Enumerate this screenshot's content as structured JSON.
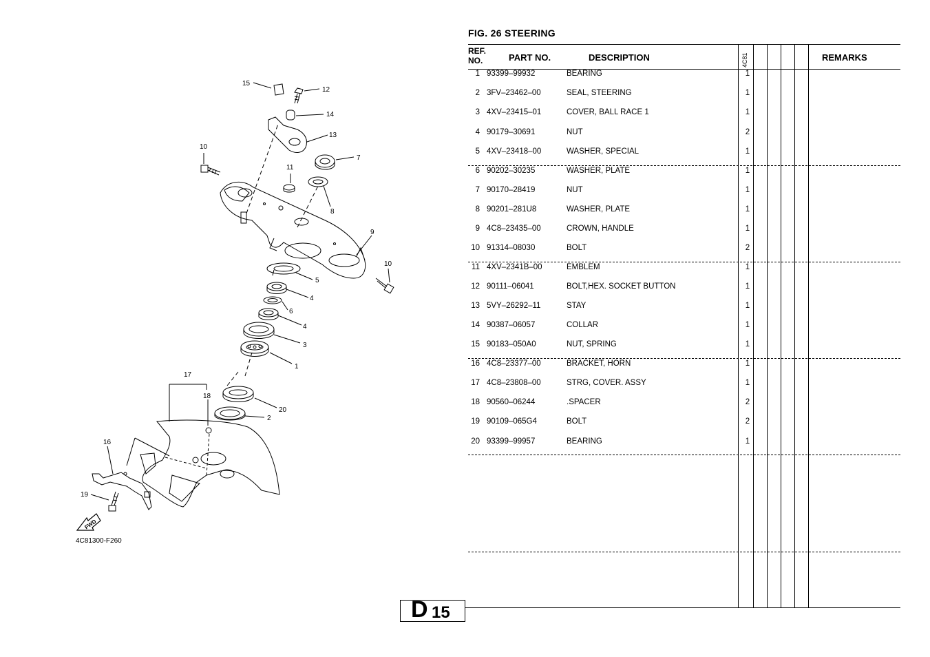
{
  "figure": {
    "title": "FIG.  26   STEERING"
  },
  "headers": {
    "ref_line1": "REF.",
    "ref_line2": "NO.",
    "part_no": "PART NO.",
    "description": "DESCRIPTION",
    "model": "4C81",
    "remarks": "REMARKS"
  },
  "rows": [
    {
      "ref": "1",
      "part": "93399–99932",
      "desc": "BEARING",
      "qty": "1"
    },
    {
      "ref": "2",
      "part": "3FV–23462–00",
      "desc": "SEAL, STEERING",
      "qty": "1"
    },
    {
      "ref": "3",
      "part": "4XV–23415–01",
      "desc": "COVER, BALL RACE 1",
      "qty": "1"
    },
    {
      "ref": "4",
      "part": "90179–30691",
      "desc": "NUT",
      "qty": "2"
    },
    {
      "ref": "5",
      "part": "4XV–23418–00",
      "desc": "WASHER, SPECIAL",
      "qty": "1"
    },
    {
      "ref": "6",
      "part": "90202–30235",
      "desc": "WASHER, PLATE",
      "qty": "1"
    },
    {
      "ref": "7",
      "part": "90170–28419",
      "desc": "NUT",
      "qty": "1"
    },
    {
      "ref": "8",
      "part": "90201–281U8",
      "desc": "WASHER, PLATE",
      "qty": "1"
    },
    {
      "ref": "9",
      "part": "4C8–23435–00",
      "desc": "CROWN, HANDLE",
      "qty": "1"
    },
    {
      "ref": "10",
      "part": "91314–08030",
      "desc": "BOLT",
      "qty": "2"
    },
    {
      "ref": "11",
      "part": "4XV–2341B–00",
      "desc": "EMBLEM",
      "qty": "1"
    },
    {
      "ref": "12",
      "part": "90111–06041",
      "desc": "BOLT,HEX. SOCKET BUTTON",
      "qty": "1"
    },
    {
      "ref": "13",
      "part": "5VY–26292–11",
      "desc": "STAY",
      "qty": "1"
    },
    {
      "ref": "14",
      "part": "90387–06057",
      "desc": "COLLAR",
      "qty": "1"
    },
    {
      "ref": "15",
      "part": "90183–050A0",
      "desc": "NUT, SPRING",
      "qty": "1"
    },
    {
      "ref": "16",
      "part": "4C8–23377–00",
      "desc": "BRACKET, HORN",
      "qty": "1"
    },
    {
      "ref": "17",
      "part": "4C8–23808–00",
      "desc": "STRG, COVER. ASSY",
      "qty": "1"
    },
    {
      "ref": "18",
      "part": "90560–06244",
      "desc": ".SPACER",
      "qty": "2"
    },
    {
      "ref": "19",
      "part": "90109–065G4",
      "desc": "BOLT",
      "qty": "2"
    },
    {
      "ref": "20",
      "part": "93399–99957",
      "desc": "BEARING",
      "qty": "1"
    }
  ],
  "diagram": {
    "code": "4C81300-F260",
    "fwd_label": "FWD",
    "callouts": [
      "15",
      "12",
      "14",
      "13",
      "10",
      "11",
      "7",
      "8",
      "9",
      "10",
      "5",
      "4",
      "6",
      "4",
      "3",
      "1",
      "17",
      "18",
      "20",
      "2",
      "16",
      "19"
    ]
  },
  "page": {
    "section": "D",
    "number": "15"
  }
}
